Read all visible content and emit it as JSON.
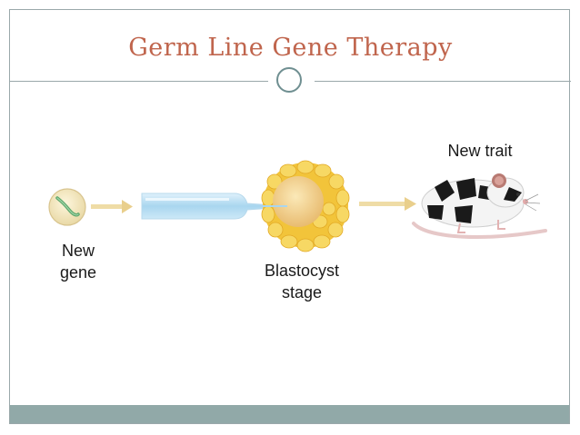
{
  "slide": {
    "title": "Germ Line Gene Therapy"
  },
  "diagram": {
    "new_gene_label_line1": "New",
    "new_gene_label_line2": "gene",
    "blastocyst_label_line1": "Blastocyst",
    "blastocyst_label_line2": "stage",
    "new_trait_label": "New trait"
  },
  "colors": {
    "title": "#c0654d",
    "accent_rule": "#9aa8aa",
    "footer": "#91a9a8",
    "arrow": "#e9cf8c",
    "blastocyst_cells": "#f3c93a"
  }
}
